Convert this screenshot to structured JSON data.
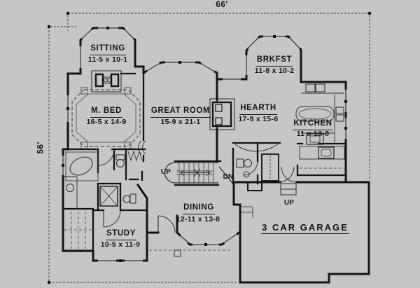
{
  "plan_type": "floor-plan",
  "colors": {
    "background": "#c5c6c5",
    "ink": "#151515"
  },
  "dimensions": {
    "width_label": "66'",
    "depth_label": "56'"
  },
  "rooms": [
    {
      "name": "SITTING",
      "dims": "11-5 x 10-1"
    },
    {
      "name": "M. BED",
      "dims": "16-5 x 14-9"
    },
    {
      "name": "GREAT ROOM",
      "dims": "15-9 x 21-1"
    },
    {
      "name": "BRKFST",
      "dims": "11-8 x 10-2"
    },
    {
      "name": "HEARTH",
      "dims": "17-9 x 15-6"
    },
    {
      "name": "KITCHEN",
      "dims": "11 x 13-8"
    },
    {
      "name": "DINING",
      "dims": "12-11 x 13-8"
    },
    {
      "name": "STUDY",
      "dims": "10-5 x 11-9"
    },
    {
      "name": "3 CAR GARAGE",
      "dims": ""
    }
  ],
  "stairs": {
    "up": "UP",
    "down": "DN"
  },
  "garage_entry": {
    "up": "UP"
  }
}
